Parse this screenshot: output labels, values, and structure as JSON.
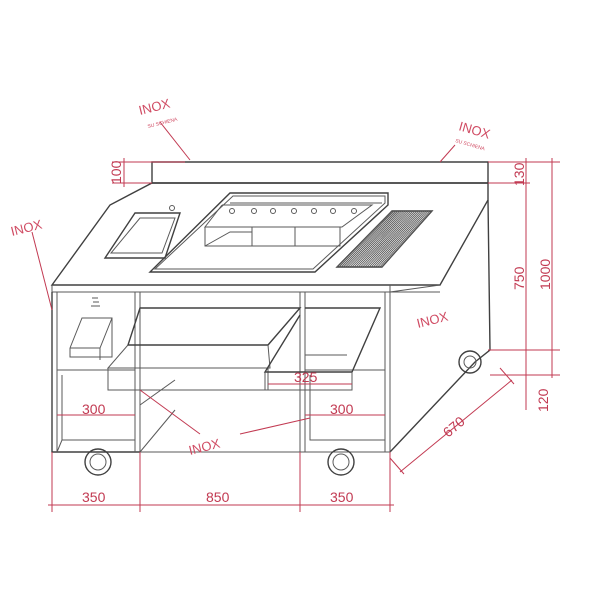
{
  "labels": {
    "inox_top": "INOX",
    "su_schiena_top": "SU SCHIENA",
    "inox_right_top": "INOX",
    "su_schiena_right": "SU SCHIENA",
    "inox_left": "INOX",
    "inox_side": "INOX",
    "inox_bottom": "INOX"
  },
  "dimensions": {
    "backsplash_height": "100",
    "right_top": "130",
    "body_height": "750",
    "total_height": "1000",
    "feet_height": "120",
    "depth": "670",
    "inner_left": "300",
    "inner_right": "300",
    "drawer_width": "325",
    "width_left": "350",
    "width_center": "850",
    "width_right": "350"
  },
  "colors": {
    "line": "#5a5a5a",
    "dimension": "#c23a52"
  }
}
